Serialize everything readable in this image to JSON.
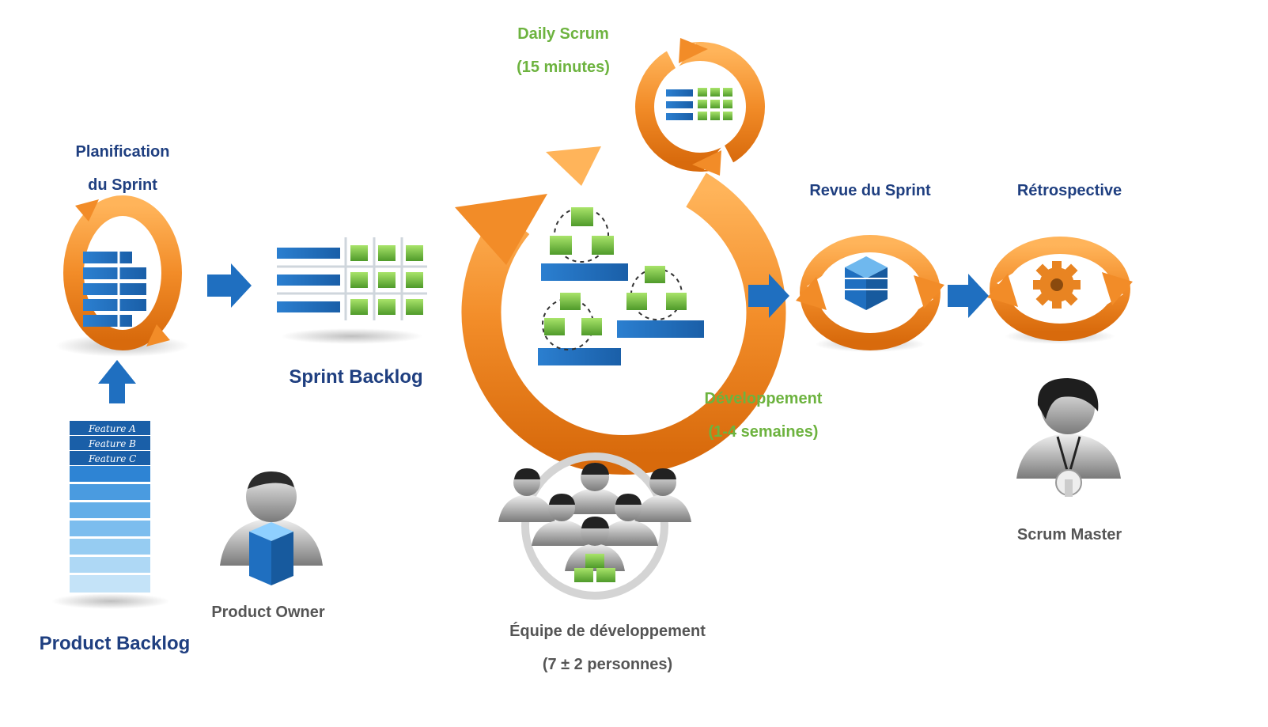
{
  "labels": {
    "planning_line1": "Planification",
    "planning_line2": "du Sprint",
    "daily_scrum_line1": "Daily Scrum",
    "daily_scrum_line2": "(15 minutes)",
    "sprint_review": "Revue du Sprint",
    "retrospective": "Rétrospective",
    "sprint_backlog": "Sprint Backlog",
    "development_line1": "Développement",
    "development_line2": "(1-4 semaines)",
    "product_backlog": "Product Backlog",
    "product_owner": "Product Owner",
    "dev_team_line1": "Équipe de développement",
    "dev_team_line2": "(7 ± 2 personnes)",
    "scrum_master": "Scrum Master"
  },
  "features": [
    "Feature A",
    "Feature B",
    "Feature C"
  ],
  "colors": {
    "orange": "#f28c28",
    "orange_light": "#ffb45a",
    "blue": "#1f6fc0",
    "blue_light": "#6fb8ee",
    "green": "#6db33f",
    "title_blue": "#1f3f80",
    "gray_text": "#555555"
  }
}
